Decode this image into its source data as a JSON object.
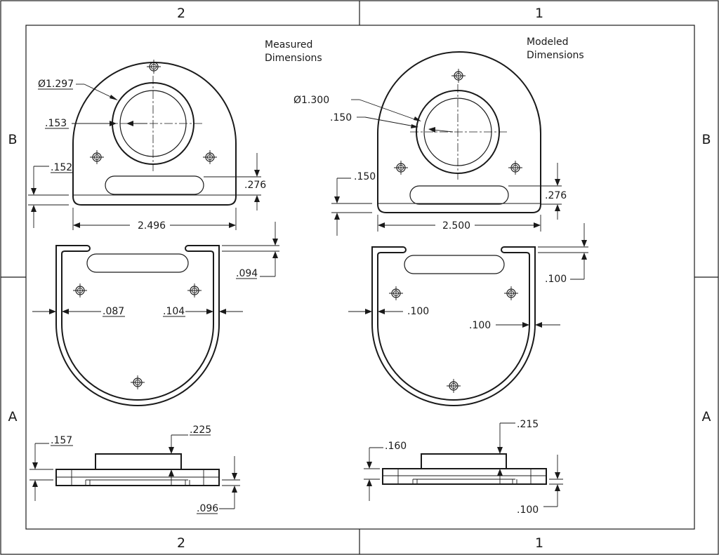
{
  "zones": {
    "top_left": "2",
    "top_right": "1",
    "bottom_left": "2",
    "bottom_right": "1",
    "left_upper": "B",
    "left_lower": "A",
    "right_upper": "B",
    "right_lower": "A"
  },
  "notes": {
    "measured_line1": "Measured",
    "measured_line2": "Dimensions",
    "modeled_line1": "Modeled",
    "modeled_line2": "Dimensions"
  },
  "measured": {
    "hole_dia": "Ø1.297",
    "offset": ".153",
    "base_thk": ".152",
    "slot_h": ".276",
    "width": "2.496",
    "flange": ".094",
    "wall_left": ".087",
    "wall_right": ".104",
    "side_thk": ".157",
    "boss_h": ".225",
    "bottom_thk": ".096"
  },
  "modeled": {
    "hole_dia": "Ø1.300",
    "offset": ".150",
    "base_thk": ".150",
    "slot_h": ".276",
    "width": "2.500",
    "flange": ".100",
    "wall_left": ".100",
    "wall_right": ".100",
    "side_thk": ".160",
    "boss_h": ".215",
    "bottom_thk": ".100"
  }
}
